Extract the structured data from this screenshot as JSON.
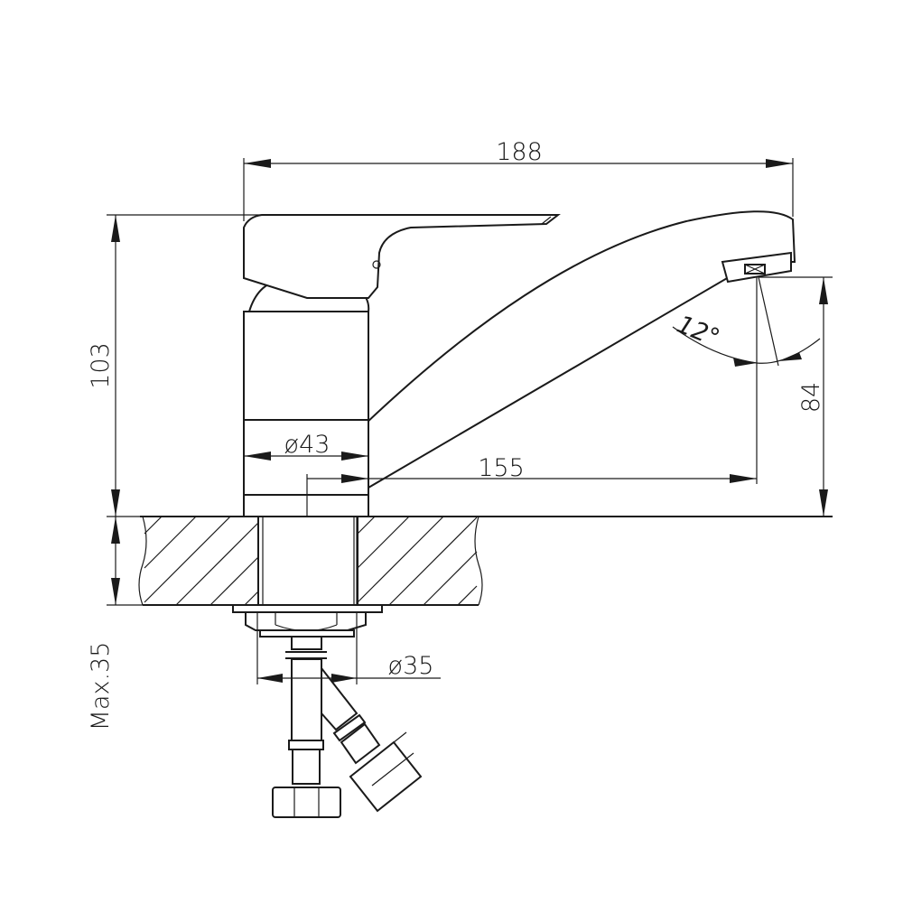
{
  "drawing": {
    "title": "Single-lever faucet dimension drawing",
    "dimensions": {
      "overall_width": "188",
      "overall_height": "103",
      "spout_height": "84",
      "spout_reach": "155",
      "body_diameter": "ø43",
      "mount_diameter": "ø35",
      "max_countertop": "Max.35",
      "spout_angle": "12°"
    }
  }
}
